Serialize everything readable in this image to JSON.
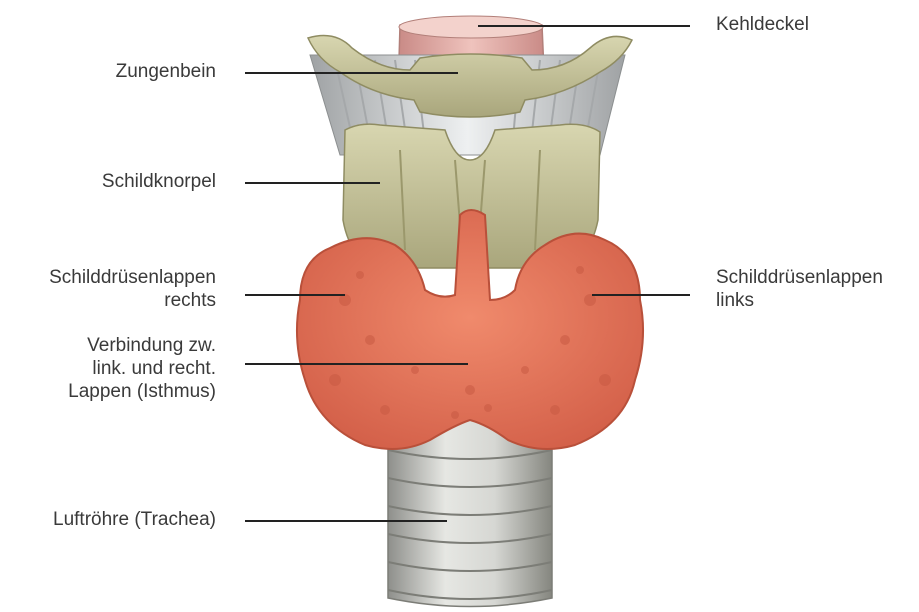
{
  "labels": {
    "kehldeckel": "Kehldeckel",
    "zungenbein": "Zungenbein",
    "schildknorpel": "Schildknorpel",
    "lappen_rechts": [
      "Schilddrüsenlappen",
      "rechts"
    ],
    "lappen_links": [
      "Schilddrüsenlappen",
      "links"
    ],
    "isthmus": [
      "Verbindung zw.",
      "link. und recht.",
      "Lappen (Isthmus)"
    ],
    "trachea": "Luftröhre (Trachea)"
  },
  "colors": {
    "thyroid": "#e8795c",
    "cartilage": "#c9c7a0",
    "trachea": "#cfd0cc",
    "epiglottis": "#d9a6a0",
    "text": "#3a3a3a",
    "leader": "#222222"
  }
}
